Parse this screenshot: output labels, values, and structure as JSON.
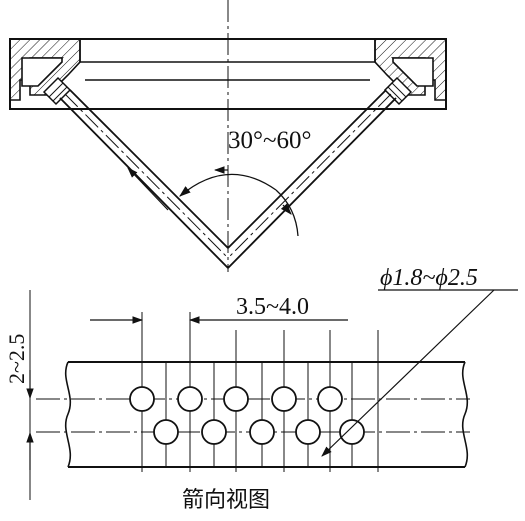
{
  "labels": {
    "angle_range": "30°~60°",
    "pitch_range": "3.5~4.0",
    "row_spacing": "2~2.5",
    "hole_diameter": "ϕ1.8~ϕ2.5",
    "view_caption": "箭向视图"
  },
  "holes": {
    "upper_row_count": 5,
    "lower_row_count": 5
  }
}
